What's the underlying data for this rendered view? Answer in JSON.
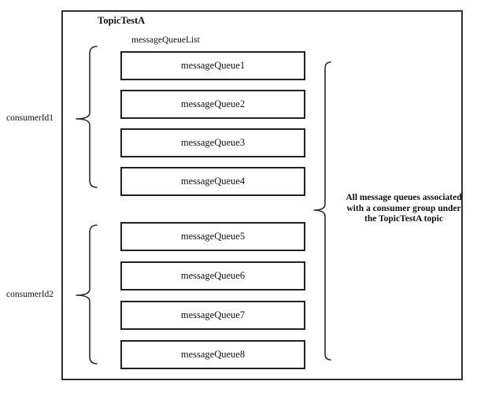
{
  "diagram": {
    "topic": {
      "title": "TopicTestA"
    },
    "queue_list_label": "messageQueueList",
    "queues": [
      "messageQueue1",
      "messageQueue2",
      "messageQueue3",
      "messageQueue4",
      "messageQueue5",
      "messageQueue6",
      "messageQueue7",
      "messageQueue8"
    ],
    "consumer_groups": [
      {
        "label": "consumerId1",
        "first_queue": "messageQueue1",
        "last_queue": "messageQueue4"
      },
      {
        "label": "consumerId2",
        "first_queue": "messageQueue5",
        "last_queue": "messageQueue8"
      }
    ],
    "annotation": {
      "lines": [
        "All message queues associated",
        "with a consumer group under",
        "the TopicTestA topic"
      ]
    },
    "colors": {
      "line": "#2b2b2b",
      "background": "#ffffff",
      "box_fill": "#ffffff",
      "text": "#111111"
    }
  }
}
